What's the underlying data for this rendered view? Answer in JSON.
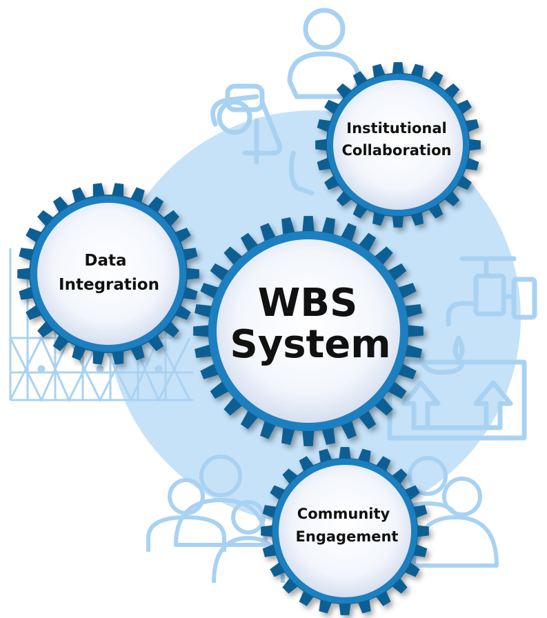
{
  "diagram": {
    "center_gear": {
      "line1": "WBS",
      "line2": "System"
    },
    "gears": [
      {
        "id": "institutional",
        "line1": "Institutional",
        "line2": "Collaboration"
      },
      {
        "id": "data",
        "line1": "Data",
        "line2": "Integration"
      },
      {
        "id": "community",
        "line1": "Community",
        "line2": "Engagement"
      }
    ]
  },
  "colors": {
    "gear_outer": "#0d5e93",
    "gear_inner": "#1f7fbf",
    "gear_face": "#eef3fb",
    "background_circle": "#c6e2f8",
    "icon_outline": "#a9d2f2"
  },
  "icons": [
    "people-collaborating-icon",
    "network-chart-icon",
    "water-tap-icon",
    "community-group-icon"
  ]
}
